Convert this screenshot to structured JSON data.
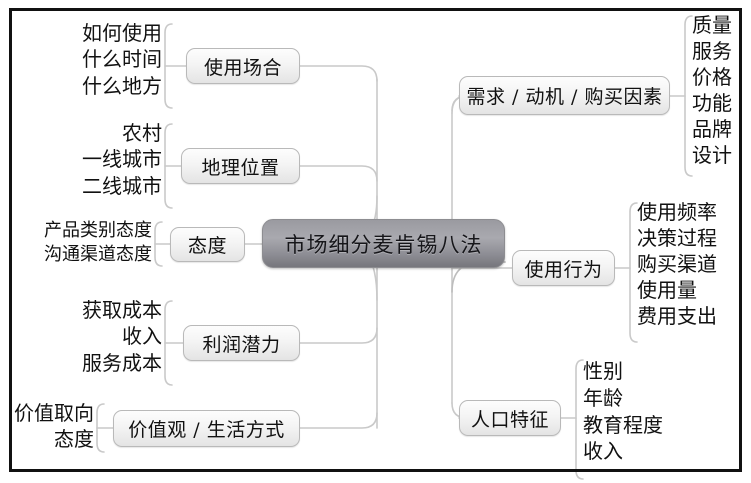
{
  "diagram": {
    "title": "市场细分麦肯锡八法",
    "center": {
      "label": "市场细分麦肯锡八法"
    },
    "colors": {
      "frame": "#111111",
      "background": "#ffffff",
      "node_border": "#b9b9b9",
      "center_fill": "#9a9aa0",
      "wire": "#c9c9c9",
      "text": "#111111"
    },
    "branches": [
      {
        "id": "usage-occasion",
        "label": "使用场合",
        "side": "left",
        "leaves": [
          "如何使用",
          "什么时间",
          "什么地方"
        ]
      },
      {
        "id": "geography",
        "label": "地理位置",
        "side": "left",
        "leaves": [
          "农村",
          "一线城市",
          "二线城市"
        ]
      },
      {
        "id": "attitude",
        "label": "态度",
        "side": "left",
        "leaves": [
          "产品类别态度",
          "沟通渠道态度"
        ]
      },
      {
        "id": "profit-potential",
        "label": "利润潜力",
        "side": "left",
        "leaves": [
          "获取成本",
          "收入",
          "服务成本"
        ]
      },
      {
        "id": "values-lifestyle",
        "label": "价值观 / 生活方式",
        "side": "left",
        "leaves": [
          "价值取向",
          "态度"
        ]
      },
      {
        "id": "needs-motives",
        "label": "需求 / 动机 / 购买因素",
        "side": "right",
        "leaves": [
          "质量",
          "服务",
          "价格",
          "功能",
          "品牌",
          "设计"
        ]
      },
      {
        "id": "usage-behavior",
        "label": "使用行为",
        "side": "right",
        "leaves": [
          "使用频率",
          "决策过程",
          "购买渠道",
          "使用量",
          "费用支出"
        ]
      },
      {
        "id": "demographics",
        "label": "人口特征",
        "side": "right",
        "leaves": [
          "性别",
          "年龄",
          "教育程度",
          "收入"
        ]
      }
    ]
  }
}
